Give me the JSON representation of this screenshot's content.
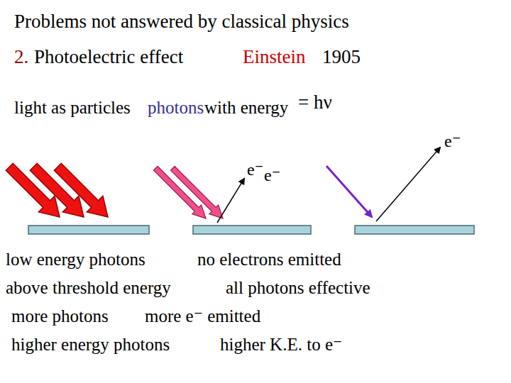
{
  "diagram": {
    "title": "Problems not answered by classical physics",
    "labels": [
      "2.",
      "Photoelectric effect",
      "Einstein",
      "1905",
      "light as particles",
      "photons",
      "with energy",
      "= hν",
      "e⁻",
      "e⁻",
      "e⁻",
      "low energy photons",
      "no electrons emitted",
      "above threshold energy",
      "all photons effective",
      "more photons",
      "more e⁻ emitted",
      "higher energy photons",
      "higher K.E. to e⁻"
    ]
  }
}
